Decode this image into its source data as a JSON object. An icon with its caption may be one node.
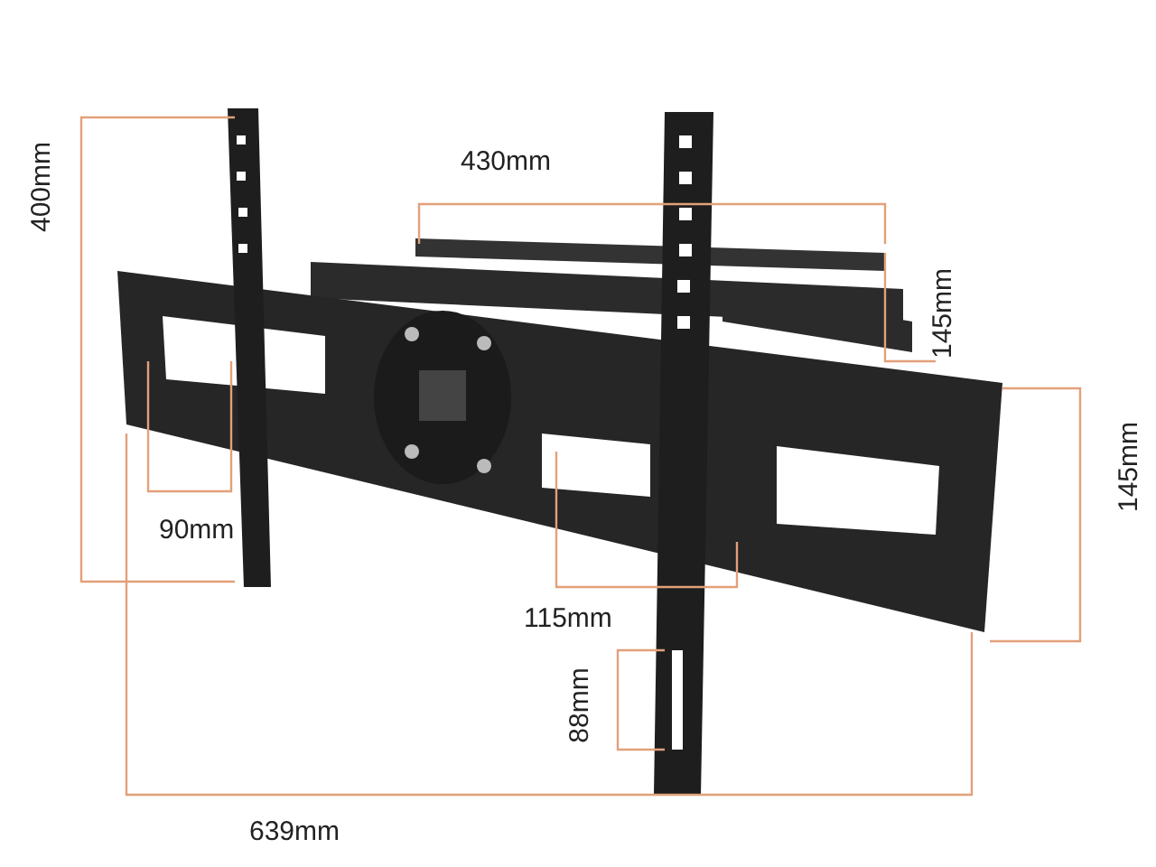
{
  "diagram": {
    "labels": [
      "400mm",
      "430mm",
      "145mm",
      "145mm",
      "90mm",
      "115mm",
      "88mm",
      "639mm"
    ]
  }
}
